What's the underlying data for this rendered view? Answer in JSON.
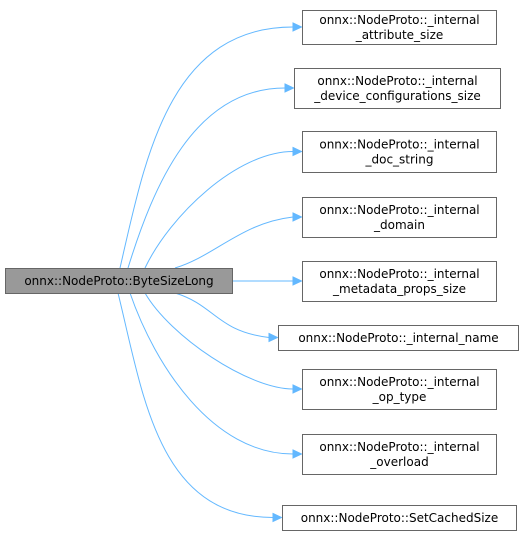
{
  "graph": {
    "root": {
      "label": "onnx::NodeProto::ByteSizeLong"
    },
    "callees": [
      {
        "lines": [
          "onnx::NodeProto::_internal",
          "_attribute_size"
        ]
      },
      {
        "lines": [
          "onnx::NodeProto::_internal",
          "_device_configurations_size"
        ]
      },
      {
        "lines": [
          "onnx::NodeProto::_internal",
          "_doc_string"
        ]
      },
      {
        "lines": [
          "onnx::NodeProto::_internal",
          "_domain"
        ]
      },
      {
        "lines": [
          "onnx::NodeProto::_internal",
          "_metadata_props_size"
        ]
      },
      {
        "lines": [
          "onnx::NodeProto::_internal_name"
        ]
      },
      {
        "lines": [
          "onnx::NodeProto::_internal",
          "_op_type"
        ]
      },
      {
        "lines": [
          "onnx::NodeProto::_internal",
          "_overload"
        ]
      },
      {
        "lines": [
          "onnx::NodeProto::SetCachedSize"
        ]
      }
    ]
  },
  "colors": {
    "root_fill": "#999999",
    "node_fill": "#ffffff",
    "node_border": "#666666",
    "edge": "#63b8ff",
    "text": "#000000"
  }
}
